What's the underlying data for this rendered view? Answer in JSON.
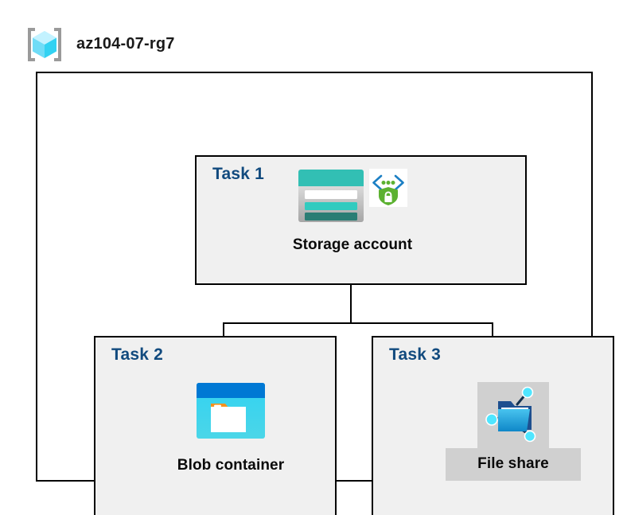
{
  "diagram": {
    "type": "azure-architecture-diagram",
    "resource_group": {
      "name": "az104-07-rg7",
      "icon": "resource-group-cube-icon"
    },
    "tasks": [
      {
        "id": "task1",
        "label": "Task 1",
        "node_caption": "Storage account",
        "icons": [
          "storage-account-icon",
          "secure-private-endpoint-icon"
        ]
      },
      {
        "id": "task2",
        "label": "Task 2",
        "node_caption": "Blob container",
        "icons": [
          "blob-container-icon"
        ]
      },
      {
        "id": "task3",
        "label": "Task 3",
        "node_caption": "File share",
        "icons": [
          "file-share-folder-icon"
        ]
      }
    ],
    "connections": [
      {
        "from": "Storage account",
        "to": "Blob container"
      },
      {
        "from": "Storage account",
        "to": "File share"
      }
    ],
    "colors": {
      "task_label": "#114a7e",
      "panel_fill": "#f0f0f0",
      "border": "#000000",
      "caption_text": "#0a0a0a",
      "storage_teal": "#32bfb4",
      "storage_dark_teal": "#2a7d74",
      "blob_blue": "#0078d4",
      "blob_cyan": "#32d2f2",
      "blob_orange": "#f7921e",
      "fileshare_blue": "#32b0e7",
      "fileshare_node_cyan": "#50e6ff",
      "shield_green": "#5cb131",
      "cube_cyan": "#50e6ff",
      "shade_gray": "#d0d0d0"
    }
  }
}
